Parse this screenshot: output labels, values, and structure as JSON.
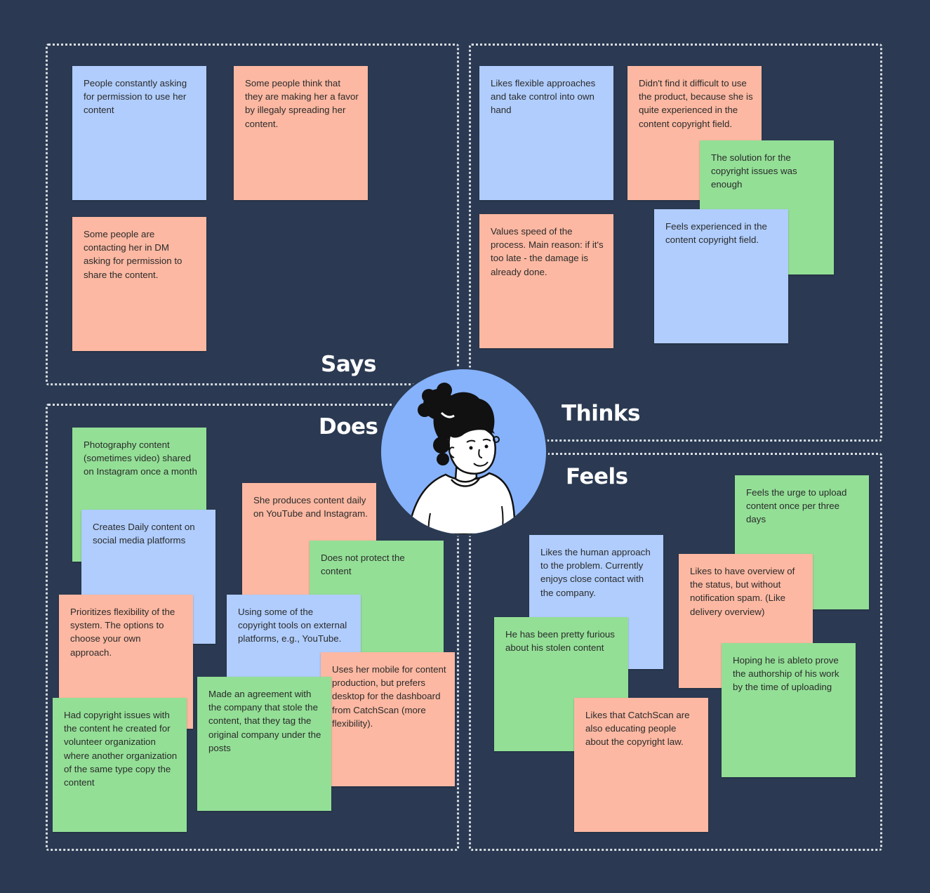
{
  "quadrants": {
    "says": "Says",
    "thinks": "Thinks",
    "does": "Does",
    "feels": "Feels"
  },
  "notes": {
    "says": [
      {
        "text": "People constantly asking for permission to use her content",
        "color": "#b0cdfd"
      },
      {
        "text": "Some people think that they are making her a favor by illegaly spreading her content.",
        "color": "#fcb8a2"
      },
      {
        "text": "Some people are contacting her in DM asking for permission to share the content.",
        "color": "#fcb8a2"
      }
    ],
    "thinks": [
      {
        "text": "Likes flexible approaches and take control into own hand",
        "color": "#b0cdfd"
      },
      {
        "text": "Didn't find it difficult to use the product, because she is quite experienced in the content copyright field.",
        "color": "#fcb8a2"
      },
      {
        "text": "The solution for the copyright issues was enough",
        "color": "#93df96"
      },
      {
        "text": "Values speed of the process. Main reason: if it's too late - the damage is already done.",
        "color": "#fcb8a2"
      },
      {
        "text": "Feels experienced in the content copyright field.",
        "color": "#b0cdfd"
      }
    ],
    "does": [
      {
        "text": "Photography content (sometimes video) shared on Instagram once a month",
        "color": "#93df96"
      },
      {
        "text": "Creates Daily content on social media platforms",
        "color": "#b0cdfd"
      },
      {
        "text": "She produces content daily on YouTube and Instagram.",
        "color": "#fcb8a2"
      },
      {
        "text": "Does not protect the content",
        "color": "#93df96"
      },
      {
        "text": "Prioritizes flexibility of the system. The options to choose your own approach.",
        "color": "#fcb8a2"
      },
      {
        "text": "Using some of the copyright tools on external platforms, e.g., YouTube.",
        "color": "#b0cdfd"
      },
      {
        "text": "Uses her mobile for content production, but prefers desktop for the dashboard from CatchScan (more flexibility).",
        "color": "#fcb8a2"
      },
      {
        "text": "Made an agreement with the company that stole the content, that they tag the original company under the posts",
        "color": "#93df96"
      },
      {
        "text": "Had copyright issues with the content he created for volunteer organization where another organization of the same type copy the content",
        "color": "#93df96"
      }
    ],
    "feels": [
      {
        "text": "Feels the urge to upload content once per three days",
        "color": "#93df96"
      },
      {
        "text": "Likes the human approach to the problem. Currently enjoys close contact with the company.",
        "color": "#b0cdfd"
      },
      {
        "text": "Likes to have overview of the status, but without notification spam. (Like delivery overview)",
        "color": "#fcb8a2"
      },
      {
        "text": "He has been pretty furious about his stolen content",
        "color": "#93df96"
      },
      {
        "text": "Hoping he is ableto prove the authorship of his work by the time of uploading",
        "color": "#93df96"
      },
      {
        "text": "Likes that CatchScan are also educating people about the copyright law.",
        "color": "#fcb8a2"
      }
    ]
  }
}
